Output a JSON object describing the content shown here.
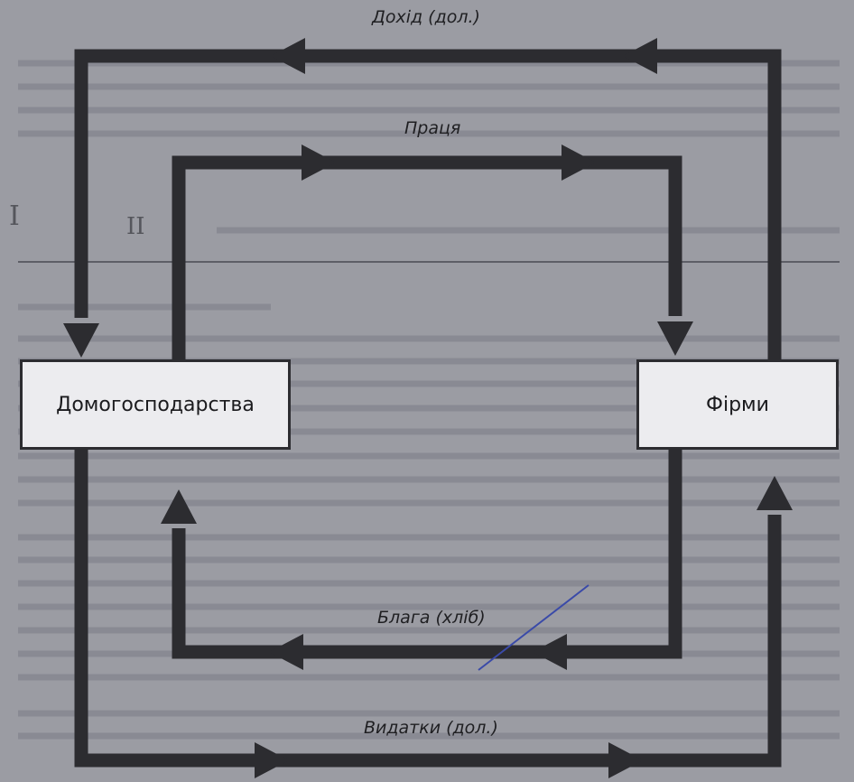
{
  "colors": {
    "paper": "#9b9ca3",
    "ink": "#2c2c30",
    "box_fill": "#ececef",
    "pen": "#3a4aa8"
  },
  "nodes": {
    "households": "Домогосподарства",
    "firms": "Фірми"
  },
  "flows": {
    "income": "Дохід (дол.)",
    "labor": "Праця",
    "goods": "Блага (хліб)",
    "expenses": "Видатки (дол.)"
  },
  "margin_marks": {
    "mark_1": "I",
    "mark_2": "II"
  }
}
